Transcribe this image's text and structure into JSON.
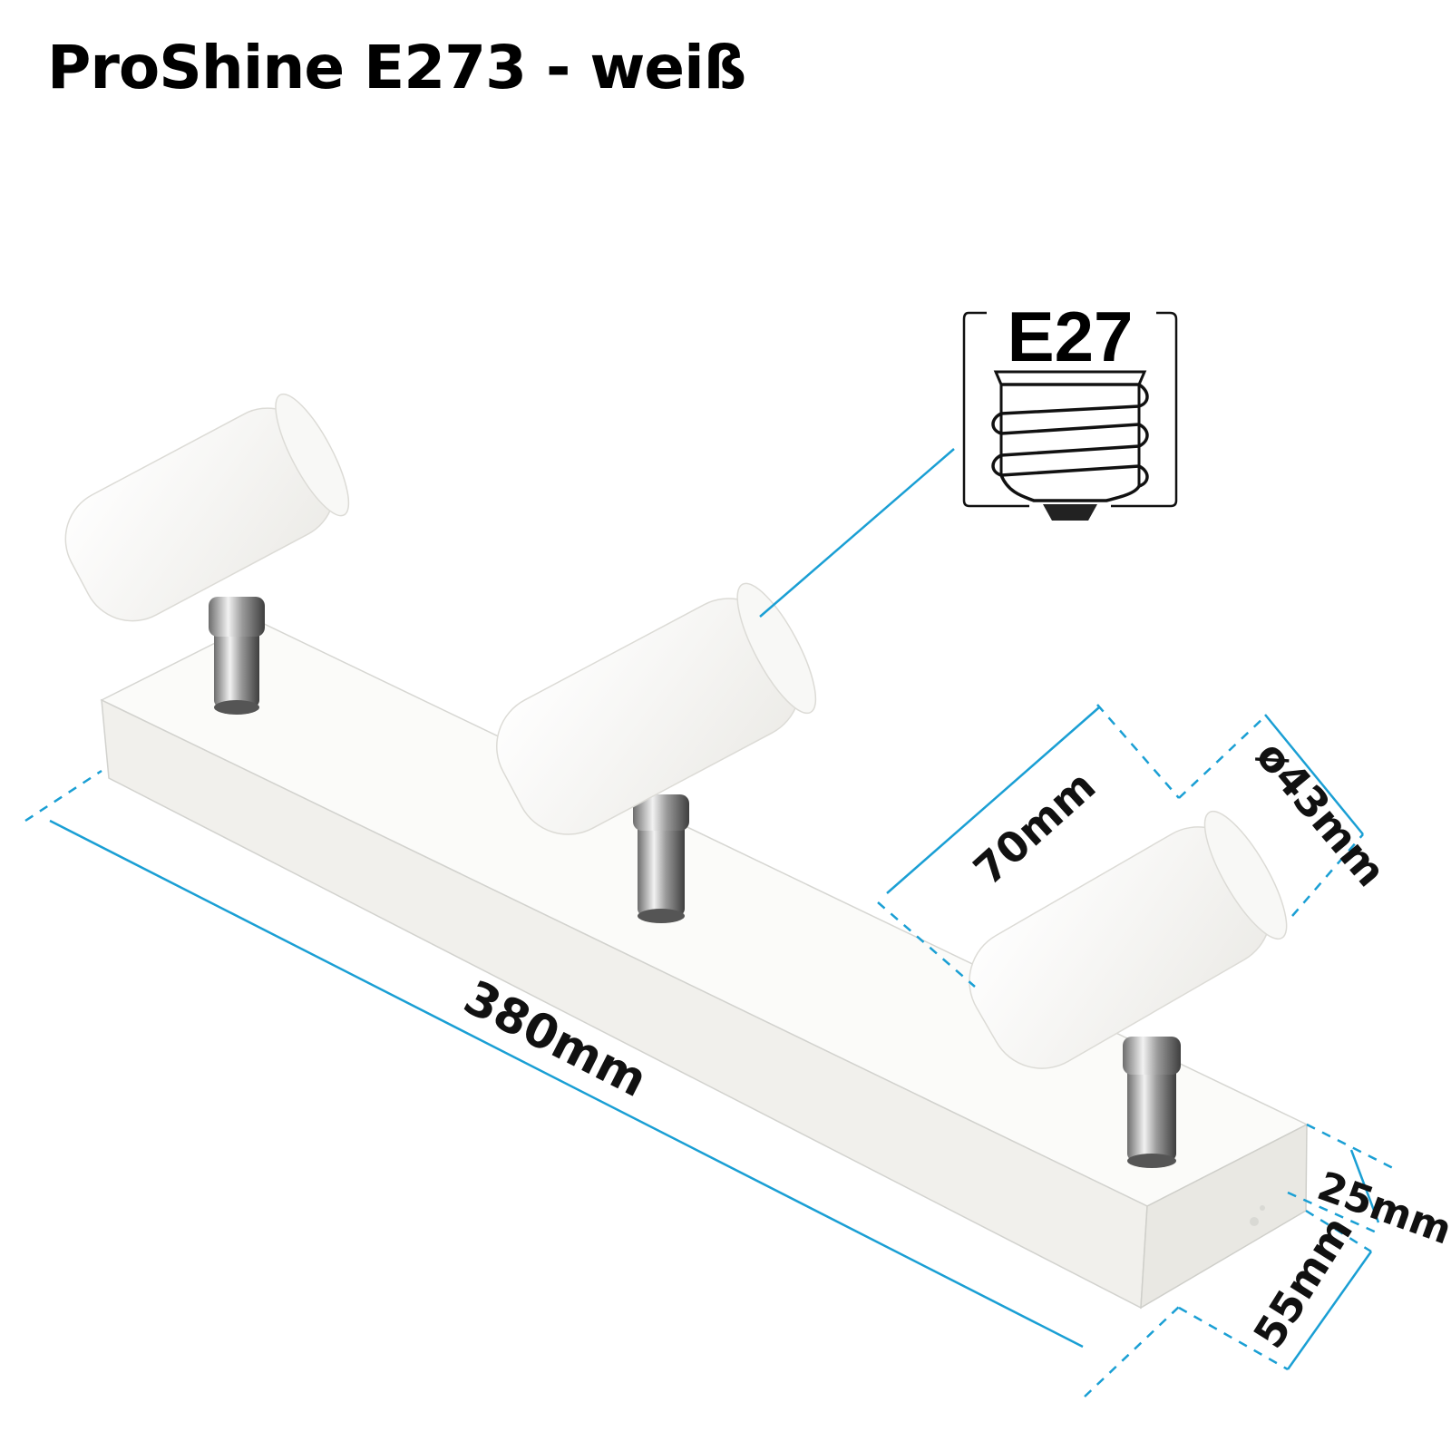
{
  "title": "ProShine E273 - weiß",
  "socket_label": "E27",
  "dimensions": {
    "length": "380mm",
    "shade_length": "70mm",
    "shade_diameter": "ø43mm",
    "base_height": "25mm",
    "base_width": "55mm"
  },
  "colors": {
    "dimension_line": "#1a9fd4",
    "product": "#f4f4f2",
    "title": "#000000"
  }
}
